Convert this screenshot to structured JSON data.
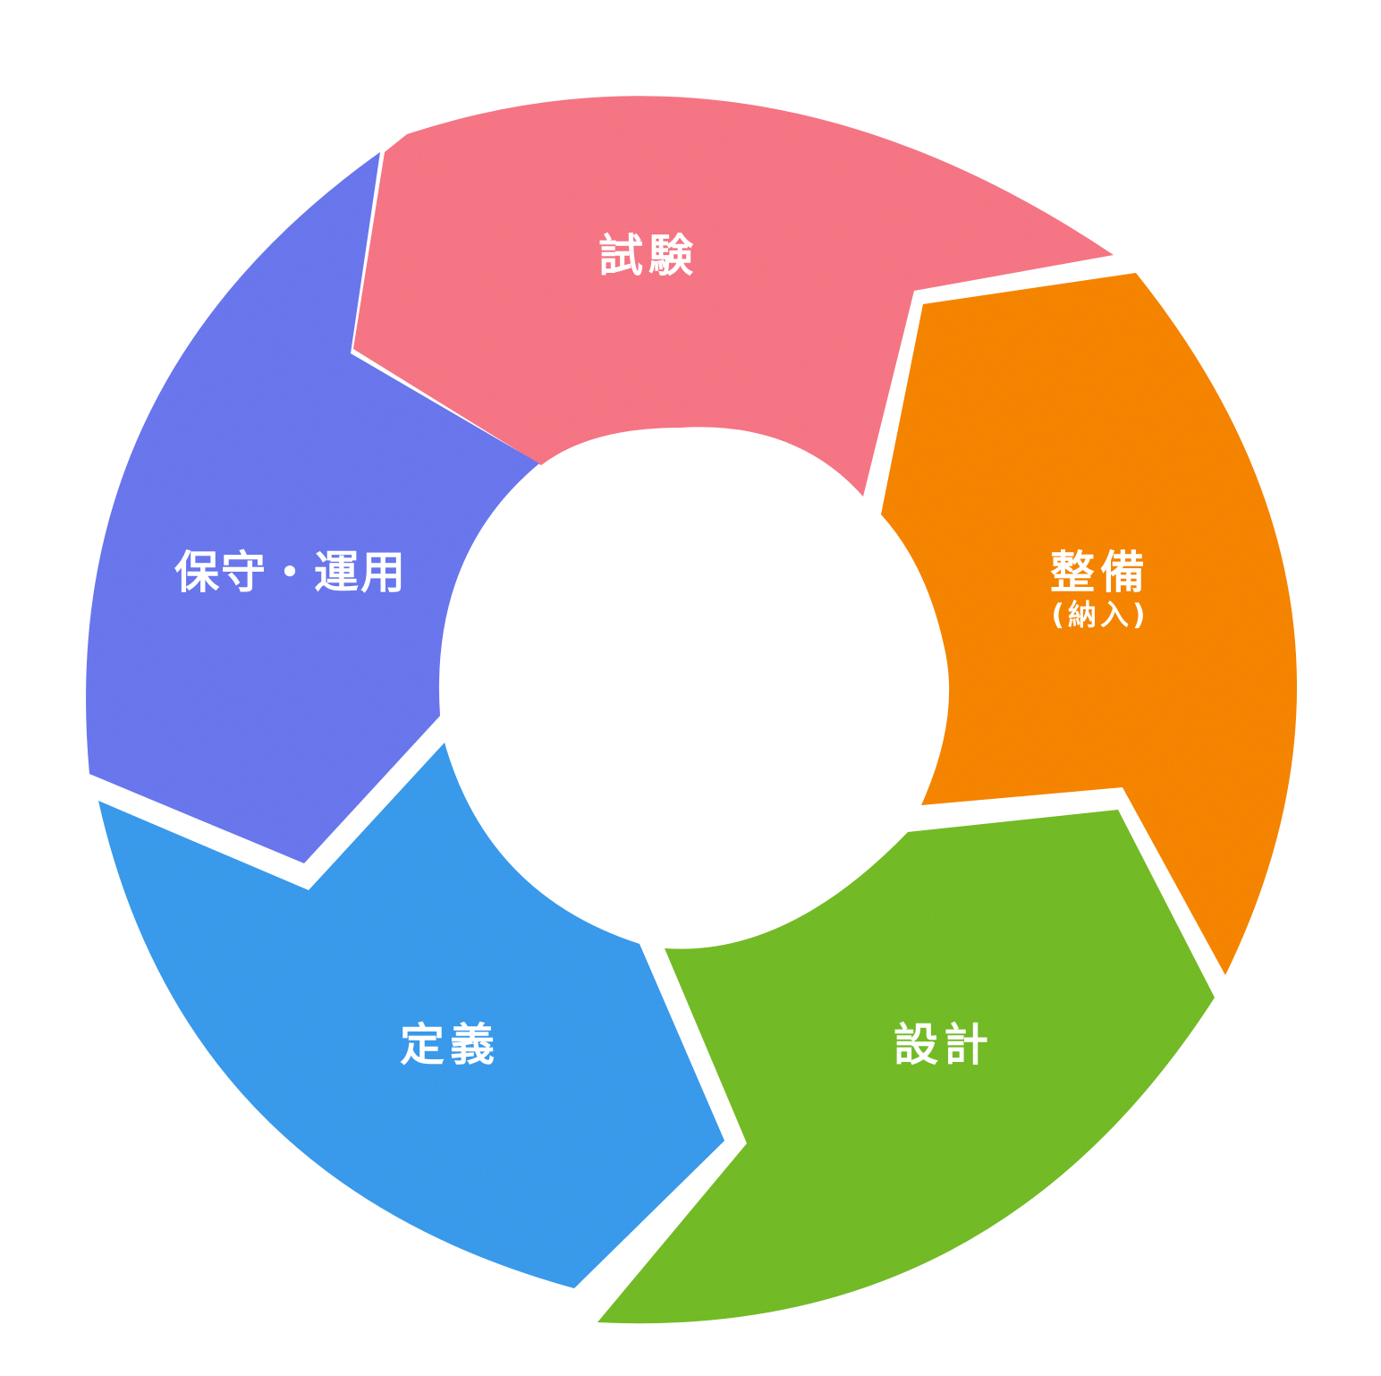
{
  "diagram": {
    "type": "cycle",
    "segments": [
      {
        "id": "test",
        "label": "試験",
        "color": "#ff7a8a"
      },
      {
        "id": "prepare",
        "label": "整備",
        "sublabel": "(納入)",
        "color": "#ff8a10"
      },
      {
        "id": "design",
        "label": "設計",
        "color": "#78c22a"
      },
      {
        "id": "define",
        "label": "定義",
        "color": "#3ea0f4"
      },
      {
        "id": "maintain",
        "label": "保守・運用",
        "color": "#6e7cf6"
      }
    ]
  }
}
